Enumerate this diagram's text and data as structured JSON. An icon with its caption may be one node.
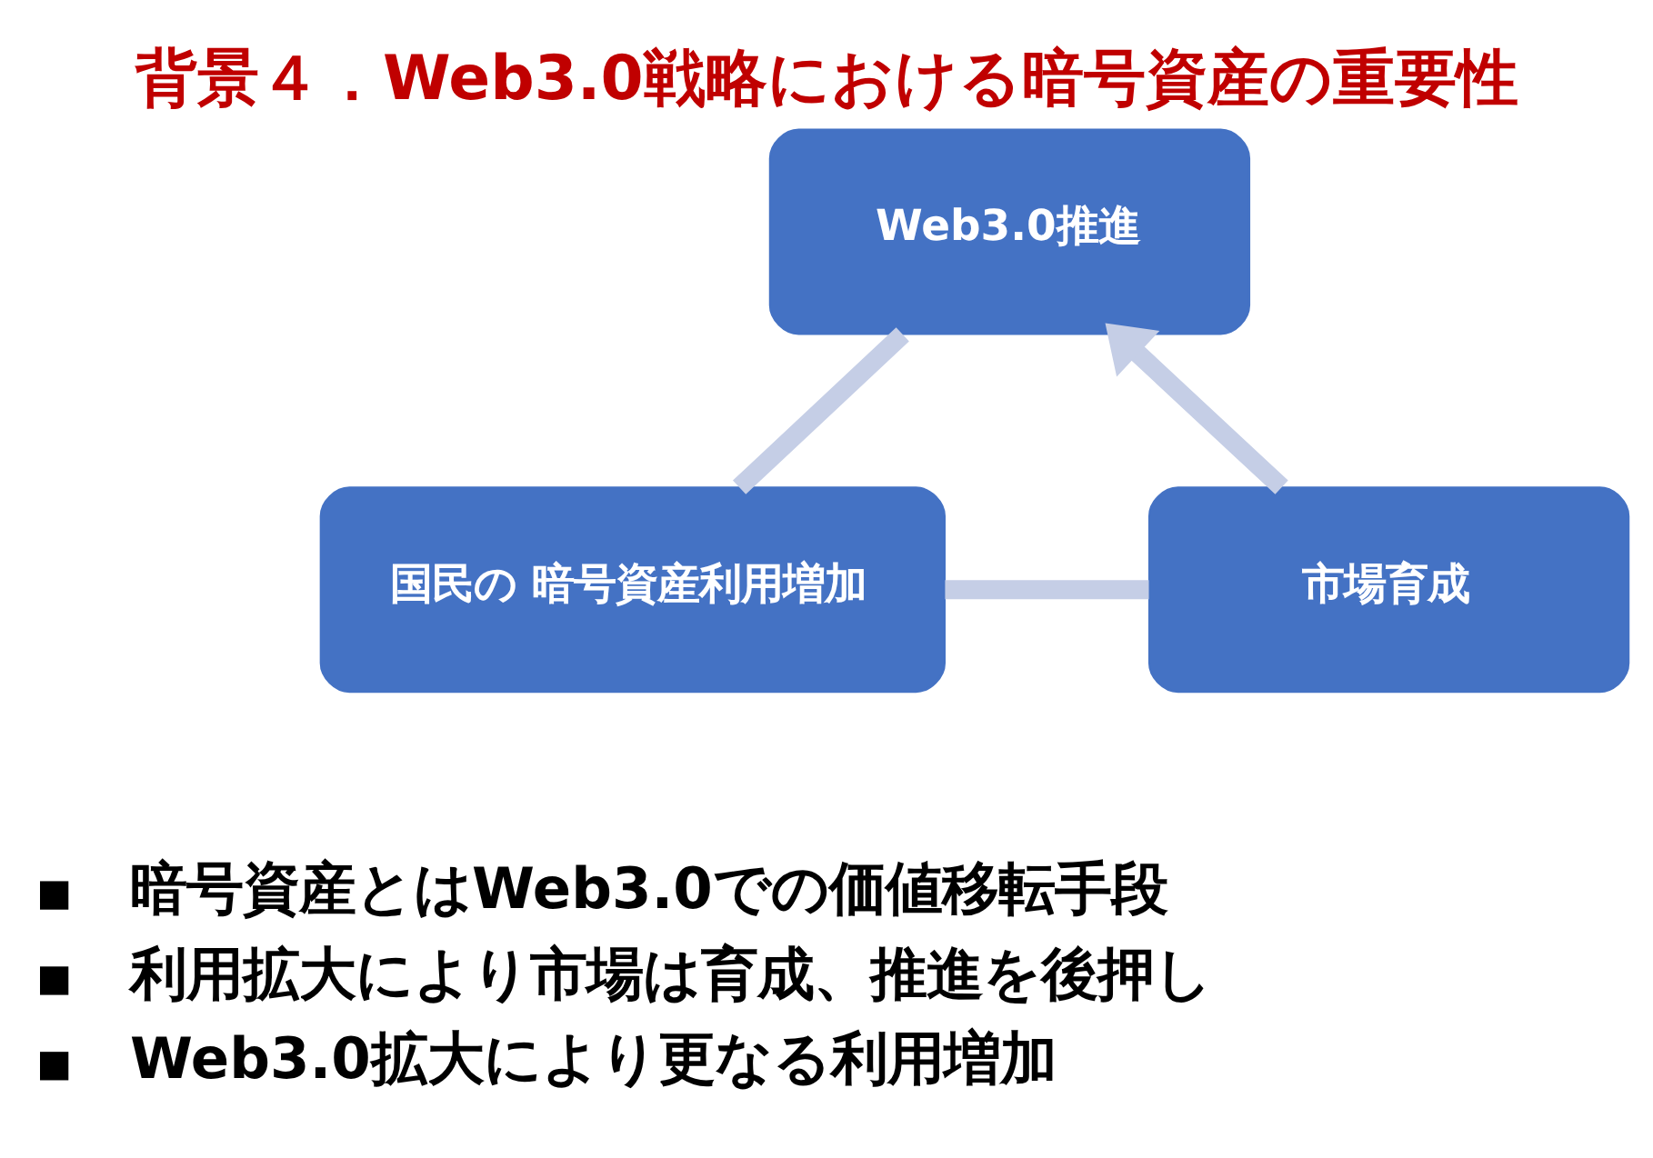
{
  "diagram": {
    "title": "背景４．Web3.0戦略における暗号資産の重要性",
    "nodes": [
      {
        "text": [
          "Web3.0推進"
        ]
      },
      {
        "text": [
          "国民の 暗号資産利用増加"
        ]
      },
      {
        "text": [
          "市場育成"
        ]
      }
    ],
    "edges": [
      {
        "from": 0,
        "to": 1,
        "arrow": "none"
      },
      {
        "from": 1,
        "to": 2,
        "arrow": "none"
      },
      {
        "from": 2,
        "to": 0,
        "arrow": "to"
      }
    ],
    "labels": [
      "暗号資産とはWeb3.0での価値移転手段",
      "利用拡大により市場は育成、推進を後押し",
      "Web3.0拡大により更なる利用増加"
    ]
  }
}
